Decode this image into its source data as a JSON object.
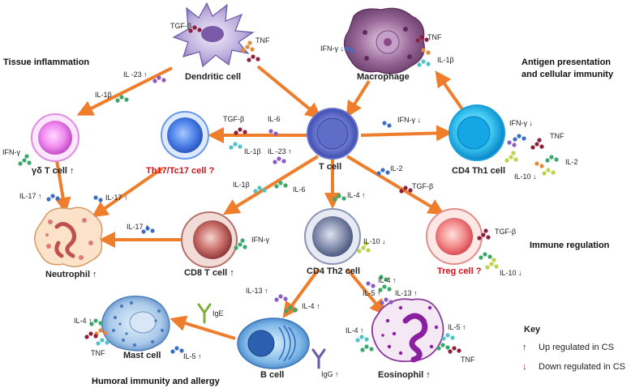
{
  "cells": {
    "dendritic": "Dendritic cell",
    "macrophage": "Macrophage",
    "gd_t": "γδ T cell ↑",
    "th17": "Th17/Tc17 cell ?",
    "t_cell": "T cell",
    "cd4_th1": "CD4 Th1 cell",
    "neutrophil": "Neutrophil ↑",
    "cd8_t": "CD8 T cell ↑",
    "cd4_th2": "CD4 Th2 cell",
    "treg": "Treg cell ?",
    "mast": "Mast cell",
    "b_cell": "B cell",
    "eosinophil": "Eosinophil ↑"
  },
  "regions": {
    "tissue": "Tissue inflammation",
    "antigen_1": "Antigen presentation",
    "antigen_2": "and cellular immunity",
    "immune_reg": "Immune regulation",
    "humoral": "Humoral immunity and allergy"
  },
  "cytokines": {
    "dc_tgfb": "TGF-β",
    "dc_tnf": "TNF",
    "mac_ifng": "IFN-γ ↓",
    "mac_tnf": "TNF",
    "mac_il1b": "IL-1β",
    "il23_up_a": "IL -23 ↑",
    "il1b_a": "IL-1β",
    "gd_ifng": "IFN-γ",
    "il17_a": "IL-17 ↑",
    "il17_b": "IL-17 ↑",
    "th17_tgfb": "TGF-β",
    "th17_il6": "IL-6",
    "th17_il1b": "IL-1β",
    "th17_il23": "IL -23 ↑",
    "tc_ifng": "IFN-γ ↓",
    "th1_ifng": "IFN-γ ↓",
    "th1_tnf": "TNF",
    "th1_il2": "IL-2",
    "th1_il10": "IL-10 ↓",
    "il1b_b": "IL-1β",
    "il6_b": "IL-6",
    "il2_treg": "IL-2",
    "tgfb_treg": "TGF-β",
    "il4_th2": "IL-4 ↑",
    "il17_c": "IL-17 ↑",
    "cd8_ifng": "IFN-γ",
    "th2_il10": "IL-10 ↓",
    "treg_tgfb": "TGF-β",
    "treg_il10": "IL-10 ↓",
    "il13_b": "IL-13 ↑",
    "il4_b": "IL-4 ↑",
    "il4_e1": "IL-4 ↑",
    "il5_e": "IL-5 ↑",
    "il13_e": "IL-13 ↑",
    "mast_il4": "IL-4 ↑",
    "mast_tnf": "TNF",
    "mast_il5": "IL-5 ↑",
    "ige": "IgE",
    "igg": "IgG ↑",
    "eo_il4": "IL-4 ↑",
    "eo_il5": "IL-5 ↑",
    "eo_tnf": "TNF"
  },
  "key": {
    "title": "Key",
    "up_arrow": "↑",
    "up": "Up regulated in CS",
    "down_arrow": "↓",
    "down": "Down regulated in CS"
  },
  "colors": {
    "arrow": "#ee7d2c",
    "red_label": "#d0101a",
    "down_arrow": "#8b1a1a",
    "dot_green": "#3aa86b",
    "dot_purple": "#8a5bc0",
    "dot_teal": "#4fc3c9",
    "dot_darkred": "#8e1f3a",
    "dot_blue": "#3b6fc4",
    "dot_orange": "#e58a3a",
    "dot_lime": "#bcd44a"
  }
}
